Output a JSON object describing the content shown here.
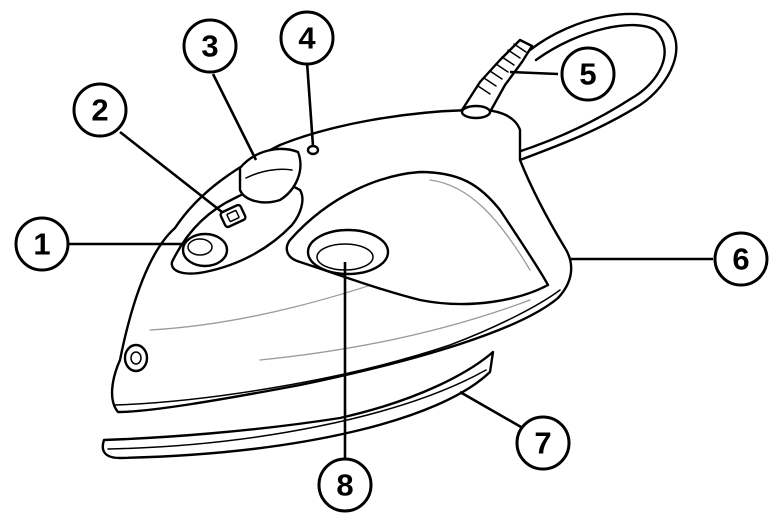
{
  "callouts": [
    {
      "number": "1"
    },
    {
      "number": "2"
    },
    {
      "number": "3"
    },
    {
      "number": "4"
    },
    {
      "number": "5"
    },
    {
      "number": "6"
    },
    {
      "number": "7"
    },
    {
      "number": "8"
    }
  ]
}
